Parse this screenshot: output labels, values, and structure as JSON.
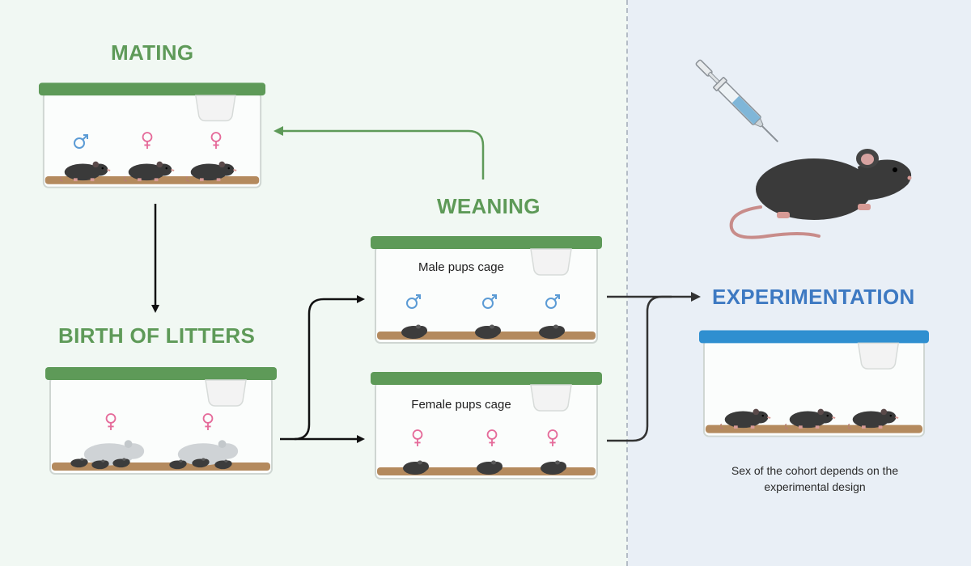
{
  "titles": {
    "mating": "MATING",
    "birth": "BIRTH OF LITTERS",
    "weaning": "WEANING",
    "experimentation": "EXPERIMENTATION"
  },
  "cages": {
    "male_pups_label": "Male pups cage",
    "female_pups_label": "Female pups cage"
  },
  "caption": {
    "line1": "Sex of the cohort depends on the",
    "line2": "experimental design"
  },
  "colors": {
    "green": "#5e9a58",
    "blue": "#3d79c2",
    "male_symbol": "#5b9bd5",
    "female_symbol": "#e56b9a",
    "lid_green": "#5e9a58",
    "lid_blue": "#2f8fd0",
    "bedding": "#b48a5e"
  }
}
